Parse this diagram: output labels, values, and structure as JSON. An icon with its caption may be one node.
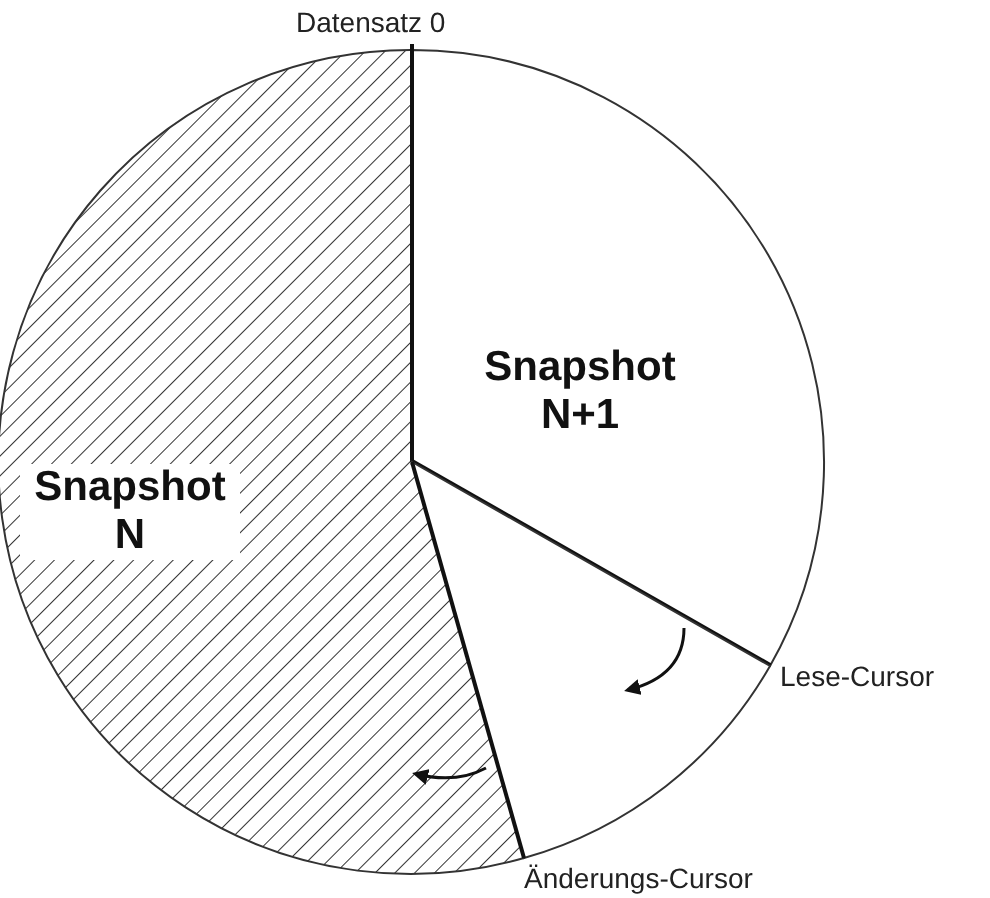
{
  "diagram": {
    "nodes": [
      {
        "text": [
          "Snapshot N"
        ]
      },
      {
        "text": [
          "Snapshot N+1"
        ]
      },
      {
        "text": [],
        "shape": "sector"
      }
    ],
    "labels": [
      "Datensatz 0",
      "Lese-Cursor",
      "Änderungs-Cursor"
    ]
  }
}
